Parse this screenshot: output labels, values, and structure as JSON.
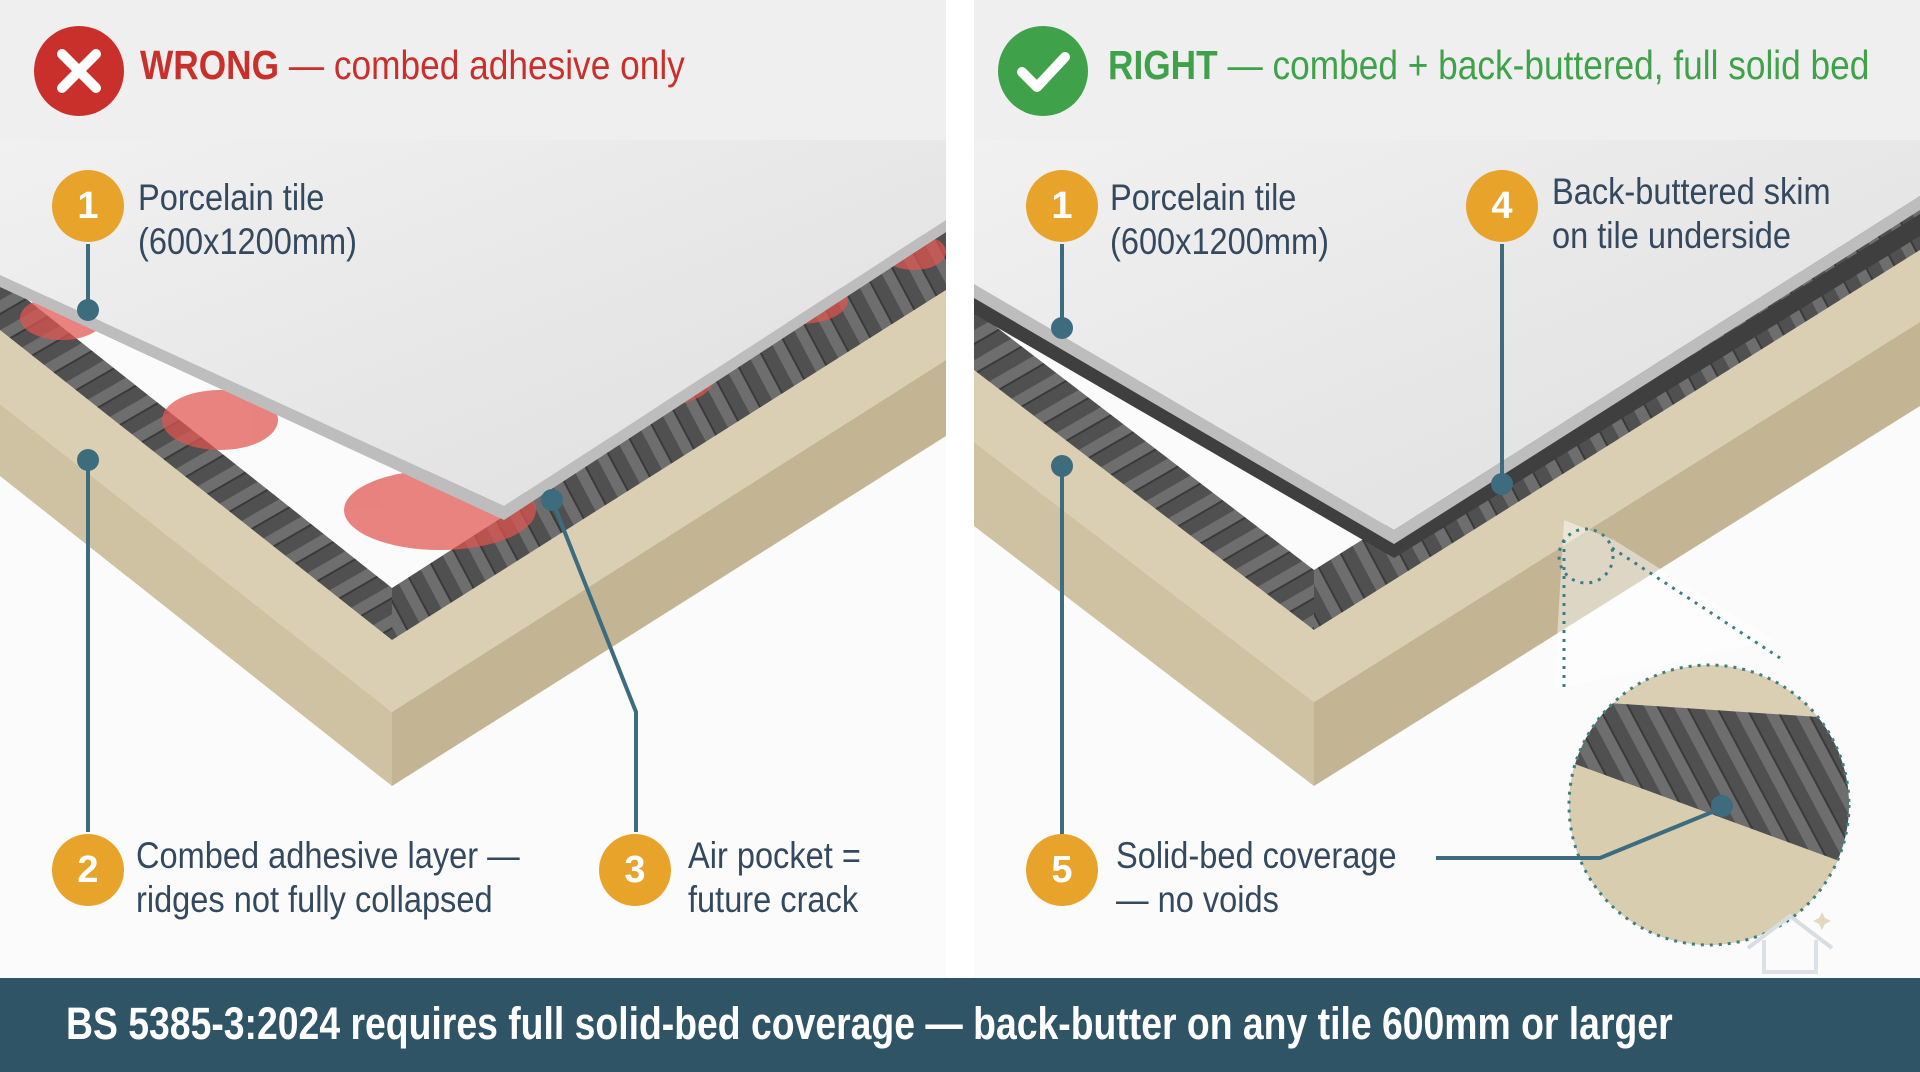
{
  "colors": {
    "wrong": "#c9302c",
    "right": "#3fa24a",
    "badge": "#e8a32a",
    "leader": "#3d6c7e",
    "footer_bg": "#2f5466",
    "tile": "#e9e9e9",
    "adhesive": "#4e4e4e",
    "substrate": "#d8ccae",
    "air_pocket": "#e0544f"
  },
  "left_panel": {
    "status_icon": "cross-icon",
    "title_strong": "WRONG",
    "title_rest": " — combed adhesive only",
    "callouts": [
      {
        "number": "1",
        "lines": [
          "Porcelain tile",
          "(600x1200mm)"
        ]
      },
      {
        "number": "2",
        "lines": [
          "Combed adhesive layer —",
          "ridges not fully collapsed"
        ]
      },
      {
        "number": "3",
        "lines": [
          "Air pocket =",
          "future crack"
        ]
      }
    ]
  },
  "right_panel": {
    "status_icon": "check-icon",
    "title_strong": "RIGHT",
    "title_rest": " — combed + back-buttered, full solid bed",
    "callouts": [
      {
        "number": "1",
        "lines": [
          "Porcelain tile",
          "(600x1200mm)"
        ]
      },
      {
        "number": "4",
        "lines": [
          "Back-buttered skim",
          "on tile underside"
        ]
      },
      {
        "number": "5",
        "lines": [
          "Solid-bed coverage",
          "— no voids"
        ]
      }
    ]
  },
  "footer": {
    "text": "BS 5385-3:2024 requires full solid-bed coverage — back-butter on any tile 600mm or larger"
  }
}
